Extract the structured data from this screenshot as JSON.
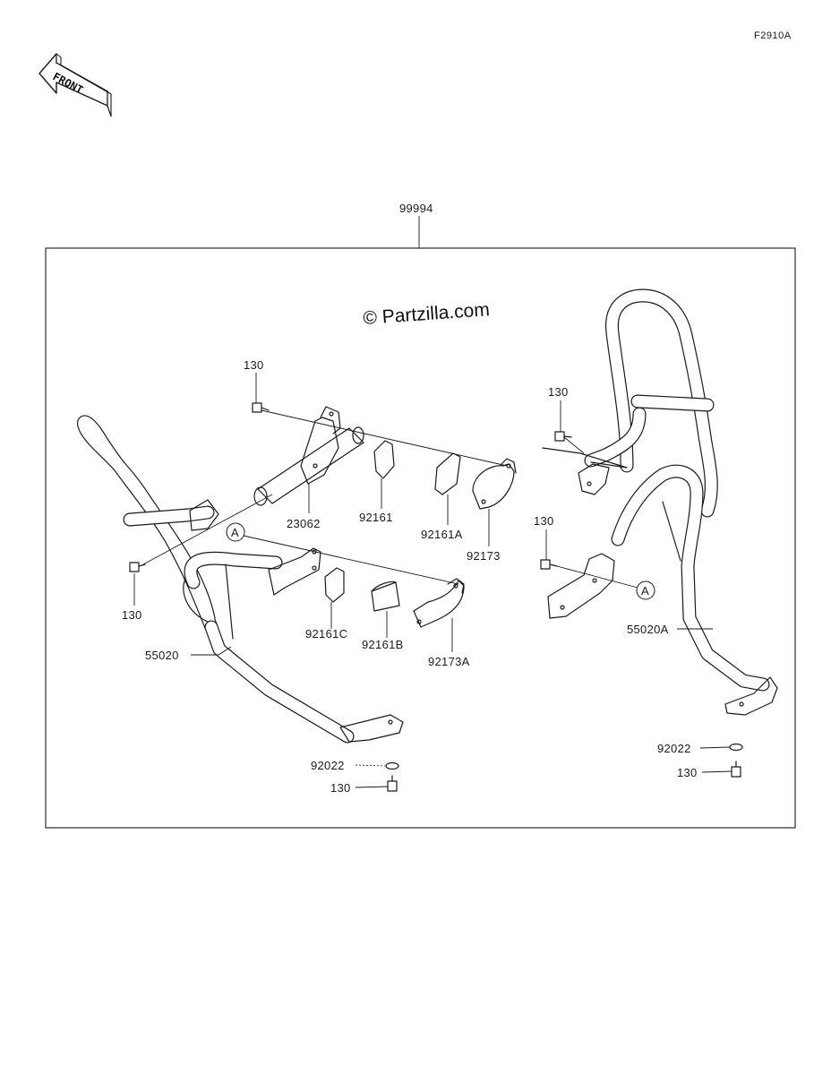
{
  "diagram": {
    "figure_code": "F2910A",
    "front_label": "FRONT",
    "watermark": "© Partzilla.com",
    "assembly_number": "99994",
    "callouts": {
      "bolt_upper_left": "130",
      "bolt_left": "130",
      "bolt_upper_right": "130",
      "bolt_right": "130",
      "bolt_bottom_left": "130",
      "bolt_bottom_right": "130",
      "collar": "23062",
      "cushion_92161": "92161",
      "cushion_92161A": "92161A",
      "cushion_92161B": "92161B",
      "cushion_92161C": "92161C",
      "clamp_92173": "92173",
      "clamp_92173A": "92173A",
      "guard_left": "55020",
      "guard_right": "55020A",
      "washer_left": "92022",
      "washer_right": "92022",
      "ref_a_left": "A",
      "ref_a_right": "A"
    }
  }
}
